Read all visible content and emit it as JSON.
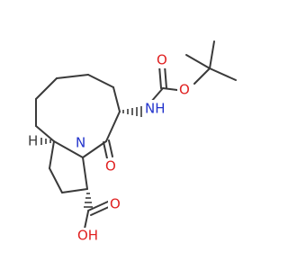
{
  "molecule": {
    "atoms": {
      "n_amide": {
        "symbol": "NH",
        "color": "#2233cc"
      },
      "n_ring": {
        "symbol": "N",
        "color": "#2233cc"
      },
      "o_carbamate_carbonyl": {
        "symbol": "O",
        "color": "#e02020"
      },
      "o_carbamate_ether": {
        "symbol": "O",
        "color": "#e02020"
      },
      "o_lactam": {
        "symbol": "O",
        "color": "#e02020"
      },
      "o_acid_carbonyl": {
        "symbol": "O",
        "color": "#e02020"
      },
      "oh_acid": {
        "symbol": "OH",
        "color": "#e02020"
      },
      "h_stereo": {
        "symbol": "H",
        "color": "#3a3a3a"
      }
    },
    "bond_color": "#3a3a3a"
  }
}
